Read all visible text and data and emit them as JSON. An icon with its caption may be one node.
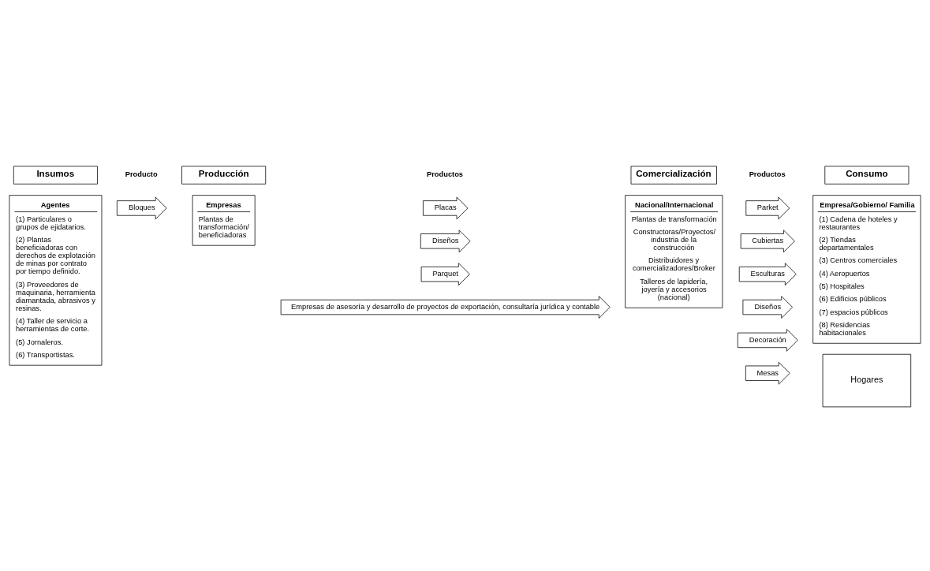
{
  "diagram": {
    "nodes": [
      {
        "text": [
          "Insumos"
        ]
      },
      {
        "text": [
          "Producción"
        ]
      },
      {
        "text": [
          "Comercialización"
        ]
      },
      {
        "text": [
          "Consumo"
        ]
      },
      {
        "text": [
          "Agentes",
          "(1) Particulares o grupos de ejidatarios.",
          "(2) Plantas beneficiadoras con derechos de explotación de minas por contrato por tiempo definido.",
          "(3) Proveedores de maquinaria, herramienta diamantada, abrasivos y resinas.",
          "(4) Taller de servicio a herramientas de corte.",
          "(5) Jornaleros.",
          "(6) Transportistas."
        ]
      },
      {
        "text": [
          "Bloques"
        ]
      },
      {
        "text": [
          "Empresas",
          "Plantas de transformación/ beneficiadoras"
        ]
      },
      {
        "text": [
          "Placas"
        ]
      },
      {
        "text": [
          "Diseños"
        ]
      },
      {
        "text": [
          "Parquet"
        ]
      },
      {
        "text": [
          "Nacional/Internacional",
          "Plantas de transformación",
          "Constructoras/Proyectos/ industria de la construcción",
          "Distribuidores y comercializadores/Broker",
          "Talleres de lapidería, joyería y accesorios (nacional)"
        ]
      },
      {
        "text": [
          "Parket"
        ]
      },
      {
        "text": [
          "Cubiertas"
        ]
      },
      {
        "text": [
          "Esculturas"
        ]
      },
      {
        "text": [
          "Diseños"
        ]
      },
      {
        "text": [
          "Decoración"
        ]
      },
      {
        "text": [
          "Mesas"
        ]
      },
      {
        "text": [
          "Empresa/Gobierno/ Familia",
          "(1) Cadena de hoteles y restaurantes",
          "(2) Tiendas departamentales",
          "(3) Centros comerciales",
          "(4) Aeropuertos",
          "(5) Hospitales",
          "(6) Edificios públicos",
          "(7) espacios públicos",
          "(8) Residencias habitacionales"
        ]
      },
      {
        "text": [
          "Hogares"
        ]
      },
      {
        "text": [
          "Empresas de asesoría y desarrollo de proyectos de exportación, consultaría jurídica y contable"
        ]
      }
    ],
    "edges": [],
    "labels": [
      "Producto",
      "Productos",
      "Productos"
    ]
  }
}
